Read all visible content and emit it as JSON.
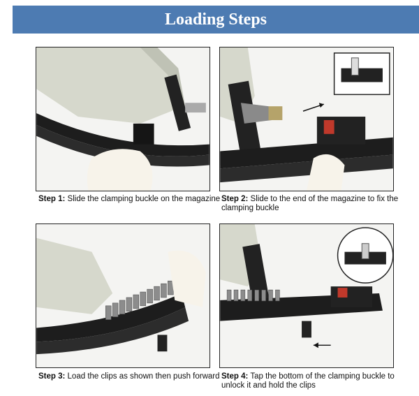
{
  "banner": {
    "title": "Loading Steps",
    "color": "#4d7bb2"
  },
  "steps": [
    {
      "label": "Step 1:",
      "text": " Slide the clamping buckle on the magazine"
    },
    {
      "label": "Step 2:",
      "text": " Slide to the end of the magazine to fix the clamping buckle"
    },
    {
      "label": "Step 3:",
      "text": " Load the clips as shown then push forward"
    },
    {
      "label": "Step 4:",
      "text": " Tap the bottom of the clamping buckle to unlock it and hold the clips"
    }
  ]
}
